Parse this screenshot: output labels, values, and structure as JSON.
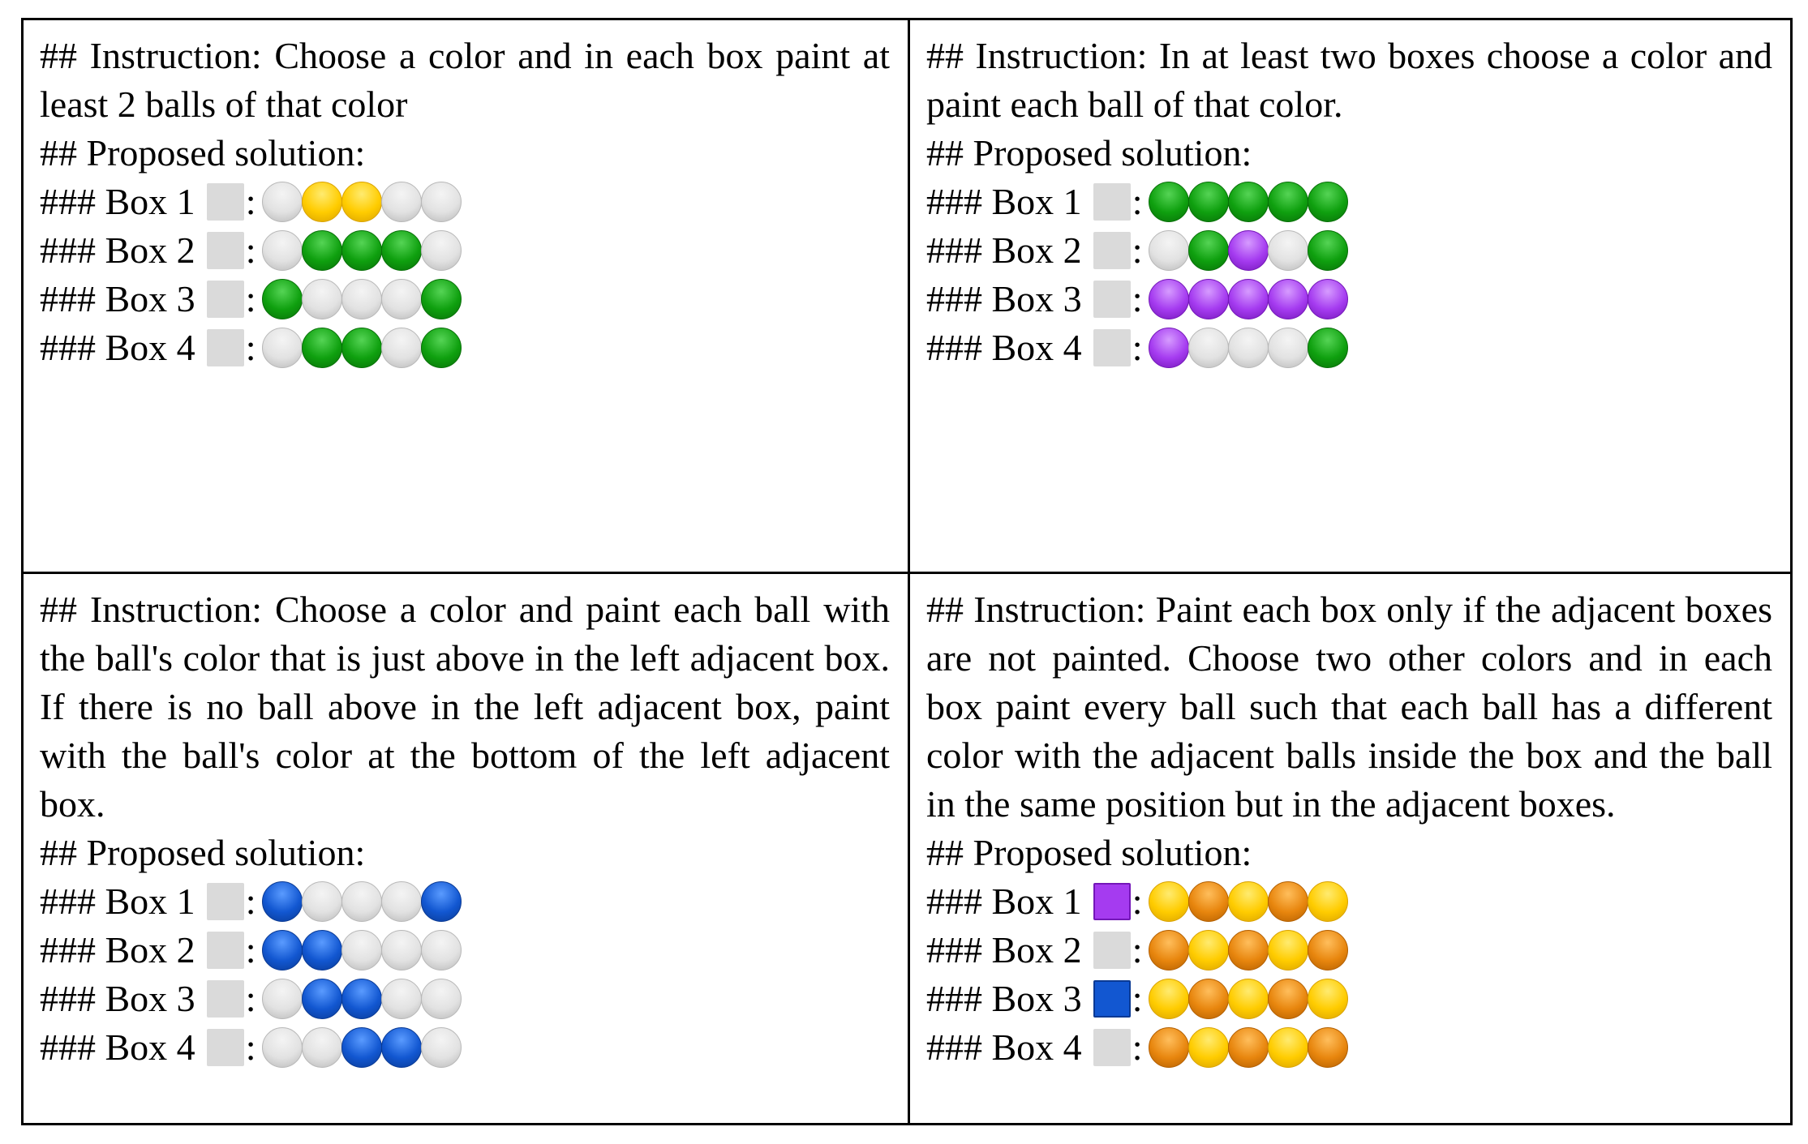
{
  "colors": {
    "grey": "#dadada",
    "yellow": "#ffd21a",
    "green": "#12a112",
    "purple": "#a238f0",
    "blue": "#1a5fd6",
    "orange": "#e9850f"
  },
  "ball_colors": {
    "grey": {
      "fill": "#e2e2e2",
      "light": "#f4f4f4",
      "edge": "#b8b8b8"
    },
    "yellow": {
      "fill": "#ffcc00",
      "light": "#ffeb70",
      "edge": "#d9a200"
    },
    "green": {
      "fill": "#0fa00f",
      "light": "#55d455",
      "edge": "#087008"
    },
    "purple": {
      "fill": "#a53bf0",
      "light": "#d69bff",
      "edge": "#7417b8"
    },
    "blue": {
      "fill": "#1257d1",
      "light": "#5a9bff",
      "edge": "#0a3a94"
    },
    "orange": {
      "fill": "#e8860e",
      "light": "#ffbe5c",
      "edge": "#b35f00"
    }
  },
  "panels": [
    {
      "instruction": "## Instruction: Choose a color and in each box paint at least 2 balls of that color",
      "solution_heading": "## Proposed solution:",
      "boxes": [
        {
          "label": "### Box 1",
          "box_color": "grey",
          "balls": [
            "grey",
            "yellow",
            "yellow",
            "grey",
            "grey"
          ]
        },
        {
          "label": "### Box 2",
          "box_color": "grey",
          "balls": [
            "grey",
            "green",
            "green",
            "green",
            "grey"
          ]
        },
        {
          "label": "### Box 3",
          "box_color": "grey",
          "balls": [
            "green",
            "grey",
            "grey",
            "grey",
            "green"
          ]
        },
        {
          "label": "### Box 4",
          "box_color": "grey",
          "balls": [
            "grey",
            "green",
            "green",
            "grey",
            "green"
          ]
        }
      ]
    },
    {
      "instruction": "## Instruction: In at least two boxes choose a color and paint each ball of that color.",
      "solution_heading": "## Proposed solution:",
      "boxes": [
        {
          "label": "### Box 1",
          "box_color": "grey",
          "balls": [
            "green",
            "green",
            "green",
            "green",
            "green"
          ]
        },
        {
          "label": "### Box 2",
          "box_color": "grey",
          "balls": [
            "grey",
            "green",
            "purple",
            "grey",
            "green"
          ]
        },
        {
          "label": "### Box 3",
          "box_color": "grey",
          "balls": [
            "purple",
            "purple",
            "purple",
            "purple",
            "purple"
          ]
        },
        {
          "label": "### Box 4",
          "box_color": "grey",
          "balls": [
            "purple",
            "grey",
            "grey",
            "grey",
            "green"
          ]
        }
      ]
    },
    {
      "instruction": "## Instruction: Choose a color and paint each ball with the ball's color that is just above in the left adjacent box. If there is no ball above in the left adjacent box, paint with the ball's color at the bottom of the left adjacent box.",
      "solution_heading": "## Proposed solution:",
      "boxes": [
        {
          "label": "### Box 1",
          "box_color": "grey",
          "balls": [
            "blue",
            "grey",
            "grey",
            "grey",
            "blue"
          ]
        },
        {
          "label": "### Box 2",
          "box_color": "grey",
          "balls": [
            "blue",
            "blue",
            "grey",
            "grey",
            "grey"
          ]
        },
        {
          "label": "### Box 3",
          "box_color": "grey",
          "balls": [
            "grey",
            "blue",
            "blue",
            "grey",
            "grey"
          ]
        },
        {
          "label": "### Box 4",
          "box_color": "grey",
          "balls": [
            "grey",
            "grey",
            "blue",
            "blue",
            "grey"
          ]
        }
      ]
    },
    {
      "instruction": "## Instruction: Paint each box only if the adjacent boxes are not painted. Choose two other colors and in each box paint every ball such that each ball has a different color with the adjacent balls inside the box and the ball in the same position but in the adjacent boxes.",
      "solution_heading": "## Proposed solution:",
      "boxes": [
        {
          "label": "### Box 1",
          "box_color": "purple",
          "balls": [
            "yellow",
            "orange",
            "yellow",
            "orange",
            "yellow"
          ]
        },
        {
          "label": "### Box 2",
          "box_color": "grey",
          "balls": [
            "orange",
            "yellow",
            "orange",
            "yellow",
            "orange"
          ]
        },
        {
          "label": "### Box 3",
          "box_color": "blue",
          "balls": [
            "yellow",
            "orange",
            "yellow",
            "orange",
            "yellow"
          ]
        },
        {
          "label": "### Box 4",
          "box_color": "grey",
          "balls": [
            "orange",
            "yellow",
            "orange",
            "yellow",
            "orange"
          ]
        }
      ]
    }
  ]
}
